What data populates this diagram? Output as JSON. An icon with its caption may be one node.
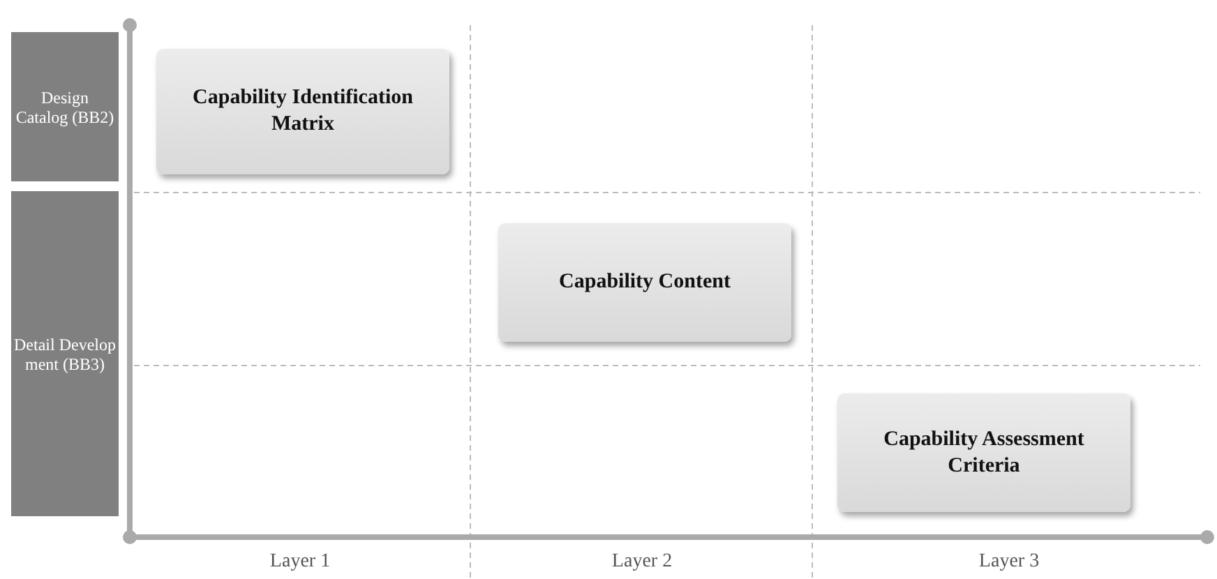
{
  "diagram": {
    "nodes": [
      {
        "text": [
          "Design Catalog (BB2)"
        ]
      },
      {
        "text": [
          "Detail Develop ment (BB3)"
        ]
      },
      {
        "text": [
          "Capability Identification Matrix"
        ]
      },
      {
        "text": [
          "Capability Content"
        ]
      },
      {
        "text": [
          "Capability Assessment Criteria"
        ]
      }
    ],
    "labels": [
      "Layer 1",
      "Layer 2",
      "Layer 3"
    ]
  }
}
